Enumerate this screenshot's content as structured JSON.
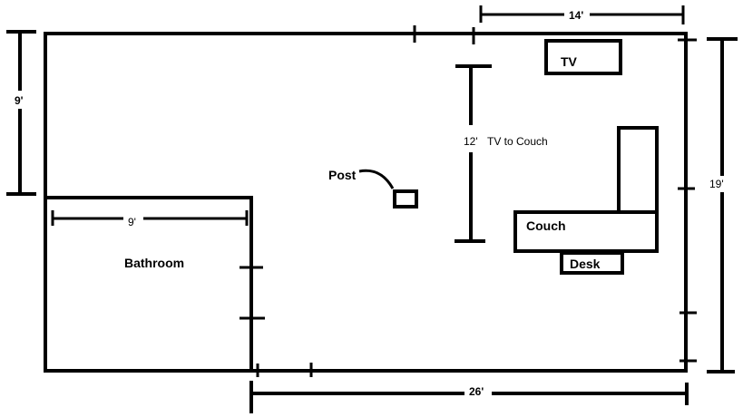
{
  "labels": {
    "tv": "TV",
    "couch": "Couch",
    "desk": "Desk",
    "post": "Post",
    "bathroom": "Bathroom"
  },
  "dimensions": {
    "left_wall_height": "9'",
    "bathroom_width": "9'",
    "tv_zone_width": "14'",
    "tv_to_couch": "12'",
    "tv_to_couch_label": "TV to Couch",
    "room_height": "19'",
    "room_width": "26'"
  },
  "colors": {
    "line": "#000000",
    "background": "#ffffff"
  }
}
